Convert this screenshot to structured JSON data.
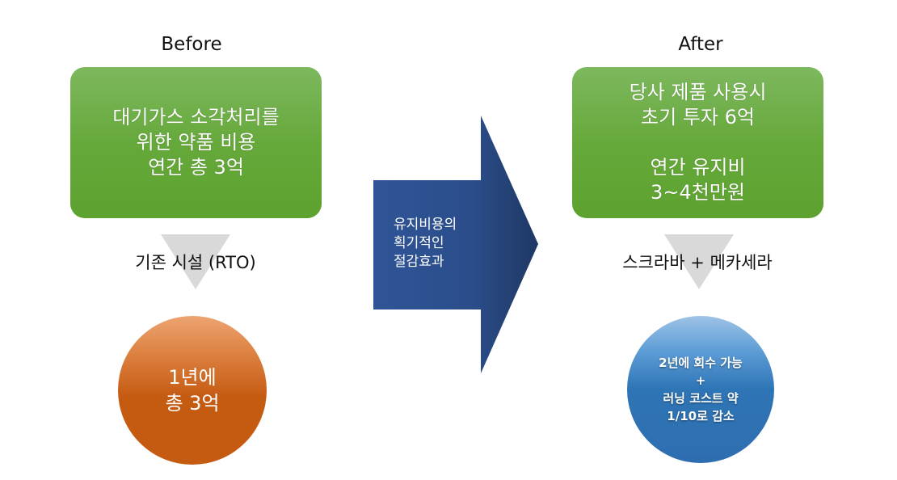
{
  "before": {
    "heading": "Before",
    "box_lines": [
      "대기가스 소각처리를",
      "위한 약품 비용",
      "연간 총 3억"
    ],
    "label": "기존 시설 (RTO)",
    "circle_lines": [
      "1년에",
      "총 3억"
    ]
  },
  "arrow": {
    "lines": [
      "유지비용의",
      "획기적인",
      "절감효과"
    ]
  },
  "after": {
    "heading": "After",
    "box_lines_group1": [
      "당사 제품 사용시",
      "초기 투자 6억"
    ],
    "box_lines_group2": [
      "연간 유지비",
      "3~4천만원"
    ],
    "label": "스크라바 + 메카세라",
    "circle_lines": [
      "2년에 회수 가능",
      "+",
      "러닝 코스트 약",
      "1/10로 감소"
    ]
  },
  "colors": {
    "box_green": "#66a93b",
    "arrow_blue": "#2f5597",
    "circle_orange": "#c55a11",
    "circle_blue": "#2e75b6",
    "triangle_gray": "#d9d9d9"
  }
}
